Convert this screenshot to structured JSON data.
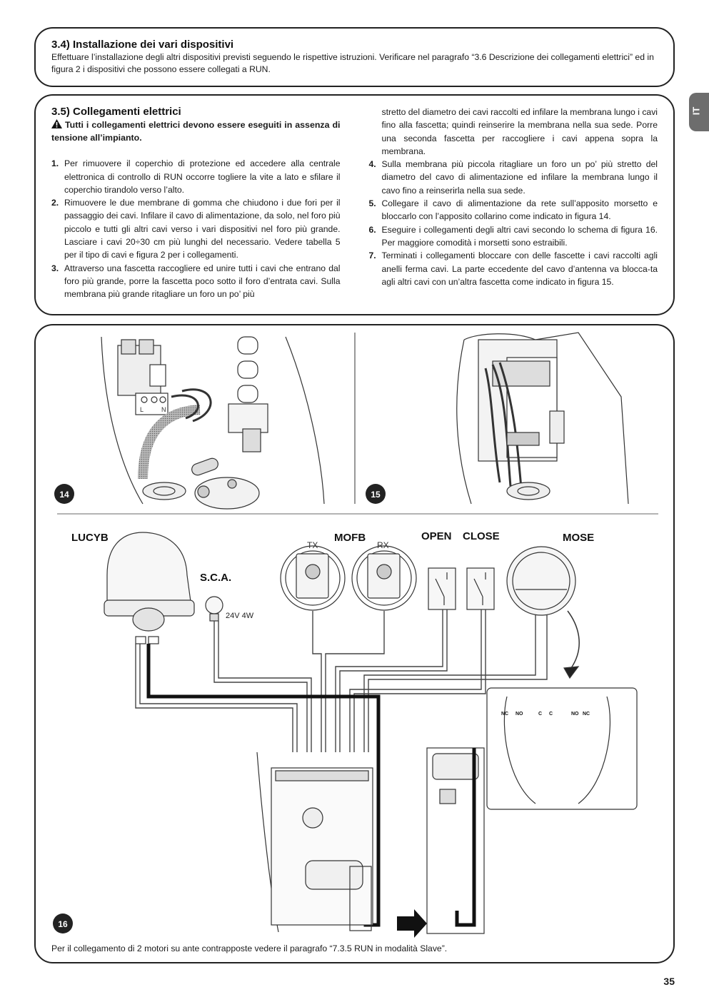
{
  "section34": {
    "title": "3.4) Installazione dei vari dispositivi",
    "body": "Effettuare l’installazione degli altri dispositivi previsti seguendo le rispettive istruzioni. Verificare nel paragrafo “3.6 Descrizione dei collegamenti elettrici” ed in figura 2 i dispositivi che possono essere collegati a RUN."
  },
  "section35": {
    "title": "3.5) Collegamenti elettrici",
    "warning": "Tutti i collegamenti elettrici devono essere eseguiti in assenza di tensione all’impianto.",
    "items": [
      {
        "n": "1.",
        "text": "Per rimuovere il coperchio di protezione ed accedere alla centrale elettronica di controllo di RUN occorre togliere la vite a lato e sfilare il coperchio tirandolo verso l’alto."
      },
      {
        "n": "2.",
        "text": "Rimuovere le due membrane di gomma che chiudono i due fori per il passaggio dei cavi. Infilare il cavo di alimentazione, da solo, nel foro più piccolo e tutti gli altri cavi verso i vari dispositivi nel foro più grande. Lasciare i cavi 20÷30 cm più lunghi del necessario. Vedere tabella 5 per il tipo di cavi e figura 2 per i collegamenti."
      },
      {
        "n": "3.",
        "text": "Attraverso una fascetta raccogliere ed unire tutti i cavi che entrano dal foro più grande, porre la fascetta poco sotto il foro d’entrata cavi. Sulla membrana più grande ritagliare un foro un po’ più"
      },
      {
        "n": "4.",
        "text": "Sulla membrana più piccola ritagliare un foro un po’ più stretto del diametro del cavo di alimentazione ed infilare la membrana lungo il cavo fino a reinserirla nella sua sede."
      },
      {
        "n": "5.",
        "text": "Collegare il cavo di alimentazione da rete sull’apposito morsetto e bloccarlo con l’apposito collarino come indicato in figura 14."
      },
      {
        "n": "6.",
        "text": "Eseguire i collegamenti degli altri cavi secondo lo schema di figura 16. Per maggiore comodità i morsetti sono estraibili."
      },
      {
        "n": "7.",
        "text": "Terminati i collegamenti bloccare con delle fascette i cavi raccolti agli anelli ferma cavi. La parte eccedente del cavo d’antenna va blocca-ta agli altri cavi con un’altra fascetta come indicato in figura 15."
      }
    ],
    "item3_continued": "stretto del diametro dei cavi raccolti ed infilare la membrana lungo i cavi fino alla fascetta; quindi reinserire la membrana nella sua sede. Porre una seconda fascetta per raccogliere i cavi appena sopra la membrana."
  },
  "figures": {
    "fig14": "14",
    "fig15": "15",
    "fig16": "16",
    "terminal_labels": [
      "L",
      "N"
    ],
    "labels": {
      "lucyb": "LUCYB",
      "sca": "S.C.A.",
      "bulb": "24V 4W",
      "mofb": "MOFB",
      "tx": "TX",
      "rx": "RX",
      "open": "OPEN",
      "close": "CLOSE",
      "mose": "MOSE",
      "mose_contacts": [
        "NC",
        "NO",
        "C",
        "C",
        "NO",
        "NC"
      ]
    },
    "caption": "Per il collegamento di 2 motori su ante contrapposte vedere il paragrafo “7.3.5 RUN in modalità Slave”."
  },
  "side_tab": "IT",
  "page_number": "35"
}
